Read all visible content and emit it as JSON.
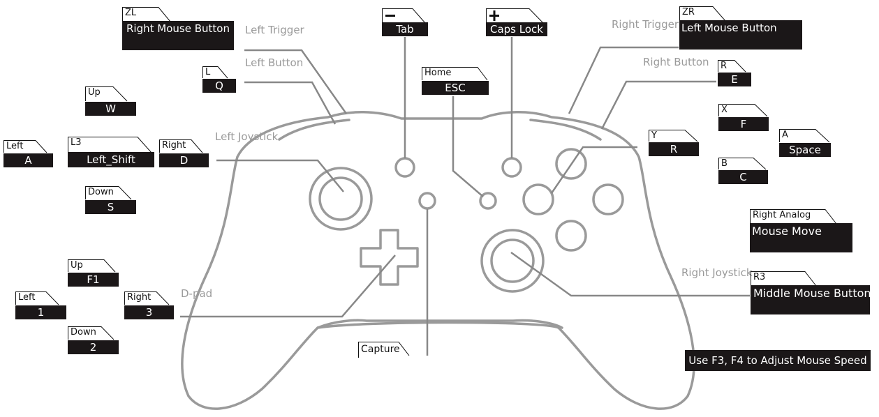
{
  "diagram_labels": {
    "left_trigger": "Left Trigger",
    "left_button": "Left Button",
    "left_joystick": "Left Joystick",
    "dpad": "D-pad",
    "right_trigger": "Right Trigger",
    "right_button": "Right Button",
    "right_joystick": "Right Joystick"
  },
  "keys": {
    "zl": {
      "tab": "ZL",
      "value": "Right Mouse Button"
    },
    "minus": {
      "tab": "−",
      "value": "Tab"
    },
    "plus": {
      "tab": "+",
      "value": "Caps Lock"
    },
    "zr": {
      "tab": "ZR",
      "value": "Left Mouse Button"
    },
    "l": {
      "tab": "L",
      "value": "Q"
    },
    "home": {
      "tab": "Home",
      "value": "ESC"
    },
    "r": {
      "tab": "R",
      "value": "E"
    },
    "up": {
      "tab": "Up",
      "value": "W"
    },
    "x": {
      "tab": "X",
      "value": "F"
    },
    "y": {
      "tab": "Y",
      "value": "R"
    },
    "a": {
      "tab": "A",
      "value": "Space"
    },
    "left": {
      "tab": "Left",
      "value": "A"
    },
    "l3": {
      "tab": "L3",
      "value": "Left_Shift"
    },
    "right": {
      "tab": "Right",
      "value": "D"
    },
    "b": {
      "tab": "B",
      "value": "C"
    },
    "down": {
      "tab": "Down",
      "value": "S"
    },
    "right_analog": {
      "tab": "Right Analog",
      "value": "Mouse Move"
    },
    "dpad_up": {
      "tab": "Up",
      "value": "F1"
    },
    "r3": {
      "tab": "R3",
      "value": "Middle Mouse Button"
    },
    "dpad_left": {
      "tab": "Left",
      "value": "1"
    },
    "dpad_right": {
      "tab": "Right",
      "value": "3"
    },
    "dpad_down": {
      "tab": "Down",
      "value": "2"
    },
    "capture": {
      "tab": "Capture",
      "value": ""
    }
  },
  "note": "Use F3, F4 to Adjust Mouse Speed",
  "colors": {
    "outline": "#9a9a9a",
    "key_fill": "#1b1718",
    "key_text": "#ffffff"
  }
}
